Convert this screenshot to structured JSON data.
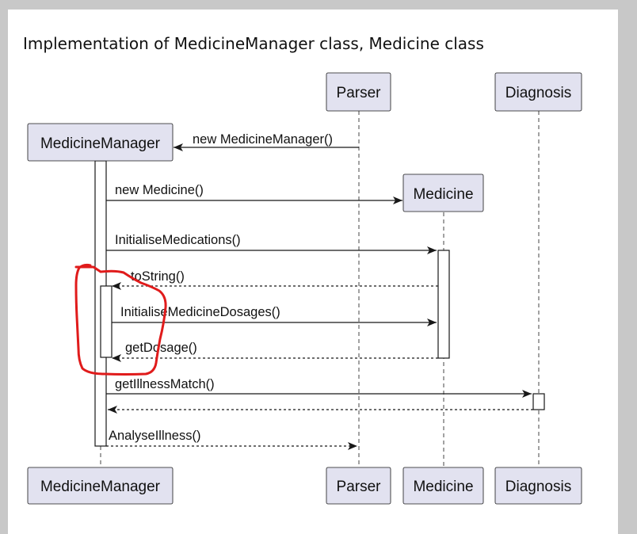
{
  "heading": "Implementation of MedicineManager class, Medicine class",
  "participants": {
    "parser": "Parser",
    "diagnosis": "Diagnosis",
    "medicine_manager": "MedicineManager",
    "medicine": "Medicine"
  },
  "messages": {
    "m1": "new MedicineManager()",
    "m2": "new Medicine()",
    "m3": "InitialiseMedications()",
    "m4": "toString()",
    "m5": "InitialiseMedicineDosages()",
    "m6": "getDosage()",
    "m7": "getIllnessMatch()",
    "m8": "",
    "m9": "AnalyseIllness()"
  },
  "annotation_color": "#e01b1b",
  "footer_text": ""
}
